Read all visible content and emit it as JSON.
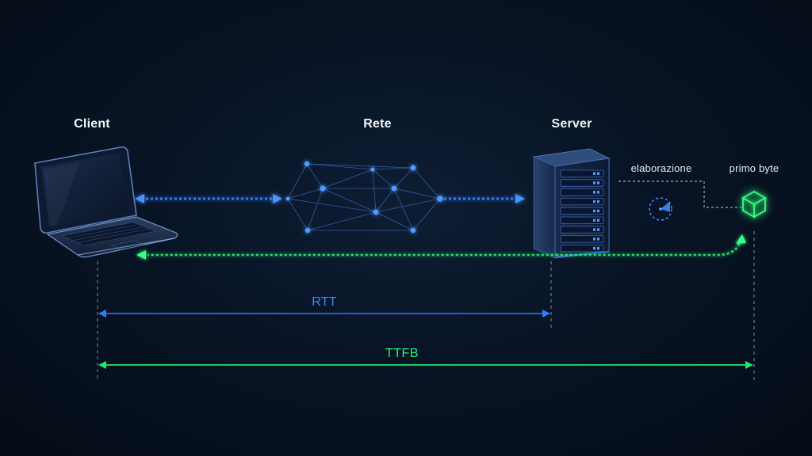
{
  "labels": {
    "client": "Client",
    "network": "Rete",
    "server": "Server",
    "processing": "elaborazione",
    "first_byte": "primo byte",
    "rtt": "RTT",
    "ttfb": "TTFB"
  },
  "colors": {
    "background": "#07111f",
    "request_blue": "#2f7dff",
    "response_green": "#22e86a",
    "rtt_text": "#3b8cff",
    "ttfb_text": "#28f07a",
    "label_text": "#f2f5fa"
  },
  "icons": {
    "client": "laptop-icon",
    "network": "network-mesh-icon",
    "server": "server-rack-icon",
    "processing": "clock-timer-icon",
    "first_byte": "cube-icon"
  }
}
